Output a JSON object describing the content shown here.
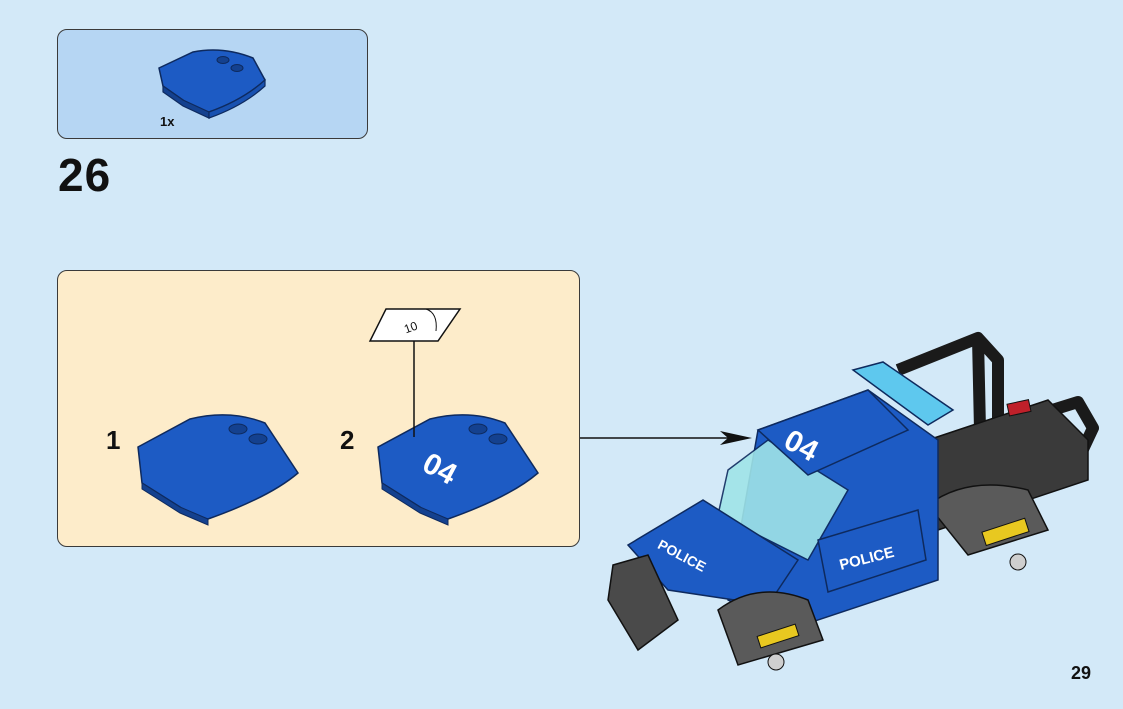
{
  "parts_callout": {
    "quantity": "1x",
    "part_color": "#1d5bc4"
  },
  "step": {
    "number": "26"
  },
  "sub_steps": [
    {
      "number": "1"
    },
    {
      "number": "2",
      "sticker_label": "04"
    }
  ],
  "sticker_reference": {
    "sheet_number": "10"
  },
  "model": {
    "door_label": "POLICE",
    "hood_label": "POLICE",
    "roof_label": "04"
  },
  "colors": {
    "background": "#d3e9f8",
    "parts_box": "#b6d6f3",
    "sub_box": "#fdecca",
    "lego_blue": "#1d5bc4"
  },
  "page": {
    "number": "29"
  }
}
